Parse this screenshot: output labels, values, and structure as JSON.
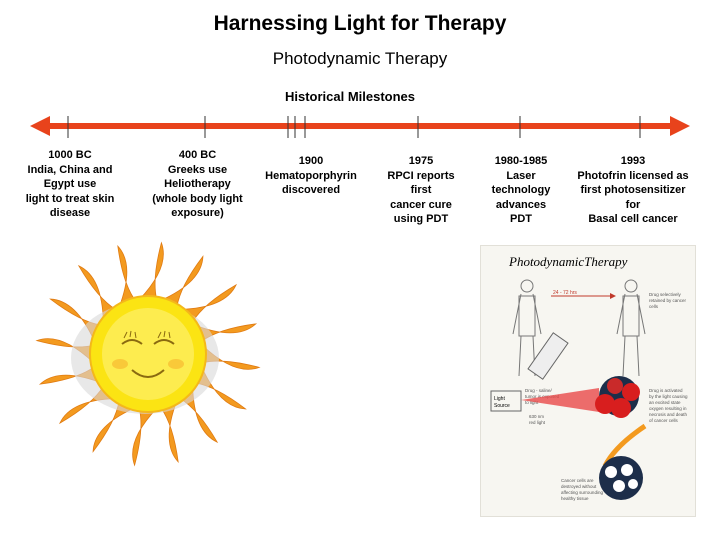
{
  "title": "Harnessing Light for Therapy",
  "subtitle": "Photodynamic Therapy",
  "milestones_heading": "Historical Milestones",
  "milestones": [
    {
      "lines": [
        "1000 BC",
        "India, China  and",
        "Egypt use",
        "light to treat skin",
        "disease"
      ]
    },
    {
      "lines": [
        "400 BC",
        "Greeks use",
        "Heliotherapy",
        "(whole body light",
        "exposure)"
      ]
    },
    {
      "lines": [
        "1900",
        "Hematoporphyrin",
        "discovered"
      ]
    },
    {
      "lines": [
        "1975",
        "RPCI reports",
        "first",
        "cancer cure",
        "using PDT"
      ]
    },
    {
      "lines": [
        "1980-1985",
        "Laser",
        "technology",
        "advances",
        "PDT"
      ]
    },
    {
      "lines": [
        "1993",
        "Photofrin licensed as",
        "first photosensitizer",
        "for",
        "Basal cell cancer"
      ]
    }
  ],
  "pdt_figure": {
    "heading": "PhotodynamicTherapy",
    "hours": "24 - 72 hrs",
    "drug_selectively": "Drug selectively retained by cancer cells",
    "drug_saline": "Drug - saline/ tumor is exposed to light",
    "light_source": "Light Source",
    "wavelength": "630 nm red light",
    "drug_activated": "Drug is activated by the light causing an excited state oxygen resulting in necrosis and death of cancer cells",
    "cancer_cells": "Cancer cells are destroyed without affecting surrounding healthy tissue"
  },
  "colors": {
    "timeline": "#e8431c",
    "sun_ray": "#f39a1f",
    "sun_face": "#fbe413",
    "cell_red": "#d81e1e",
    "cell_dark": "#1d2e4a"
  }
}
